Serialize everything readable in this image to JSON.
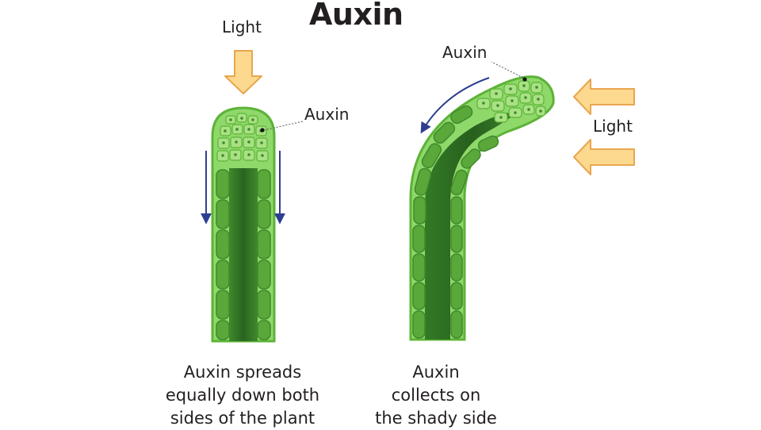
{
  "title": "Auxin",
  "left": {
    "light_label": "Light",
    "auxin_label": "Auxin",
    "caption_lines": [
      "Auxin spreads",
      "equally down both",
      "sides of the plant"
    ]
  },
  "right": {
    "auxin_label": "Auxin",
    "light_label": "Light",
    "caption_lines": [
      "Auxin",
      "collects on",
      "the shady side"
    ]
  },
  "colors": {
    "light_arrow_fill": "#fcd98e",
    "light_arrow_stroke": "#e8a650",
    "auxin_arrow": "#2e3f8f",
    "outer_green": "#8fd86a",
    "outer_border": "#5cb338",
    "cell_light": "#a9e184",
    "cell_dark": "#4a9a30",
    "core_dark": "#2f6e23",
    "text": "#231f20"
  },
  "icons": {
    "light_arrow": "arrow-icon",
    "auxin_flow_arrow": "arrow-icon"
  }
}
